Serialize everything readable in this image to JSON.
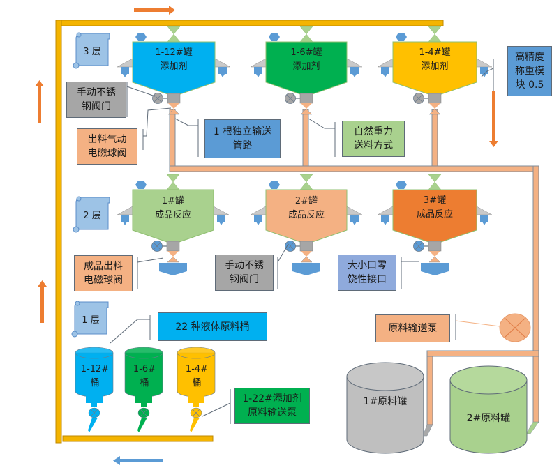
{
  "colors": {
    "pipe_main": "#f4b400",
    "pipe_transfer": "#f4b183",
    "arrow_orange": "#ed7d31",
    "arrow_blue": "#5b9bd5",
    "tank_blue": "#00b0f0",
    "tank_green": "#00b050",
    "tank_yellow": "#ffc000",
    "tank_lightgreen": "#a9d18e",
    "tank_peach": "#f4b183",
    "tank_orange": "#ed7d31",
    "tank_gray": "#bfbfbf"
  },
  "floors": [
    {
      "label": "3 层"
    },
    {
      "label": "2 层"
    },
    {
      "label": "1 层"
    }
  ],
  "floor3_tanks": [
    {
      "line1": "1-12#罐",
      "line2": "添加剂",
      "color": "#00b0f0"
    },
    {
      "line1": "1-6#罐",
      "line2": "添加剂",
      "color": "#00b050"
    },
    {
      "line1": "1-4#罐",
      "line2": "添加剂",
      "color": "#ffc000"
    }
  ],
  "floor2_tanks": [
    {
      "line1": "1#罐",
      "line2": "成品反应",
      "color": "#a9d18e"
    },
    {
      "line1": "2#罐",
      "line2": "成品反应",
      "color": "#f4b183"
    },
    {
      "line1": "3#罐",
      "line2": "成品反应",
      "color": "#ed7d31"
    }
  ],
  "floor1_drums": [
    {
      "line1": "1-12#",
      "line2": "桶",
      "color": "#00b0f0"
    },
    {
      "line1": "1-6#",
      "line2": "桶",
      "color": "#00b050"
    },
    {
      "line1": "1-4#",
      "line2": "桶",
      "color": "#ffc000"
    }
  ],
  "raw_tanks": [
    {
      "label": "1#原料罐",
      "color": "#bfbfbf"
    },
    {
      "label": "2#原料罐",
      "color": "#a9d18e"
    }
  ],
  "callouts": {
    "manual_valve_3": {
      "line1": "手动不锈",
      "line2": "钢阀门"
    },
    "pneumatic_valve": {
      "line1": "出料气动",
      "line2": "电磁球阀"
    },
    "independent_pipe": {
      "line1": "1 根独立输送",
      "line2": "管路"
    },
    "gravity_feed": {
      "line1": "自然重力",
      "line2": "送料方式"
    },
    "weighing_module": {
      "line1": "高精度",
      "line2": "称重模",
      "line3": "块 0.5"
    },
    "product_valve": {
      "line1": "成品出料",
      "line2": "电磁球阀"
    },
    "manual_valve_2": {
      "line1": "手动不锈",
      "line2": "钢阀门"
    },
    "interface": {
      "line1": "大小口零",
      "line2": "饶性接口"
    },
    "liquid_drums": {
      "text": "22 种液体原料桶"
    },
    "additive_pump": {
      "line1": "1-22#添加剂",
      "line2": "原料输送泵"
    },
    "raw_pump": {
      "text": "原料输送泵"
    }
  }
}
